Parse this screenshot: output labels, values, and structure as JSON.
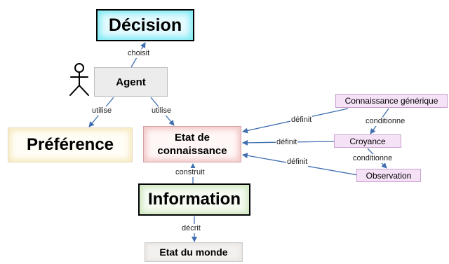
{
  "nodes": {
    "decision": "Décision",
    "agent": "Agent",
    "preference": "Préférence",
    "etat_connaissance_line1": "Etat de",
    "etat_connaissance_line2": "connaissance",
    "information": "Information",
    "etat_monde": "Etat du monde",
    "connaissance_generique": "Connaissance générique",
    "croyance": "Croyance",
    "observation": "Observation"
  },
  "edges": {
    "choisit": "choisit",
    "utilise_left": "utilise",
    "utilise_right": "utilise",
    "construit": "construit",
    "decrit": "décrit",
    "definit_1": "définit",
    "definit_2": "définit",
    "definit_3": "définit",
    "conditionne_1": "conditionne",
    "conditionne_2": "conditionne"
  },
  "colors": {
    "arrow": "#3f6fb0",
    "decision_glow": "#78e8f2",
    "pink_box": "#f5e2f7"
  },
  "icons": [
    "stick-figure-icon"
  ]
}
